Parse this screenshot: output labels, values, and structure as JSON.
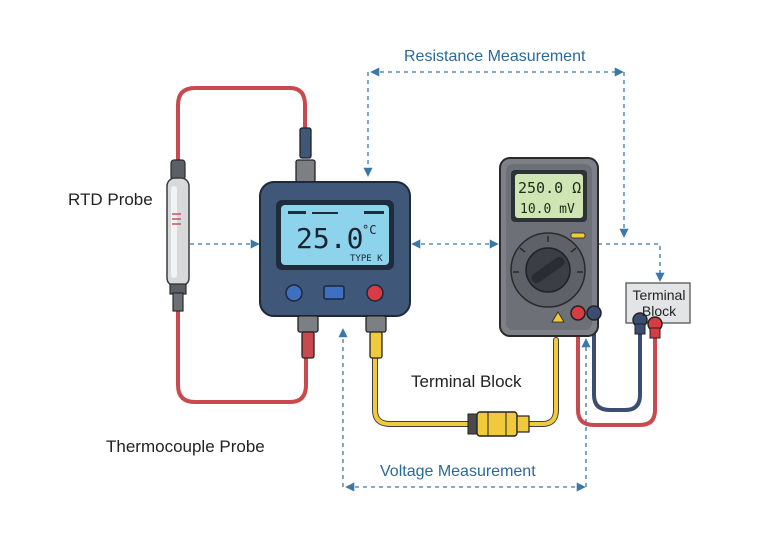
{
  "labels": {
    "rtd_probe": "RTD Probe",
    "thermocouple_probe": "Thermocouple Probe",
    "terminal_block_center": "Terminal Block",
    "terminal_block_box": "Terminal Block",
    "resistance_measurement": "Resistance Measurement",
    "voltage_measurement": "Voltage Measurement"
  },
  "calibrator": {
    "reading": "25.0",
    "unit": "°C",
    "type_label": "TYPE K"
  },
  "multimeter": {
    "line1": "250.0 Ω",
    "line2": "10.0 mV"
  },
  "colors": {
    "red_wire": "#d24a4f",
    "yellow_wire": "#f1c93c",
    "navy_wire": "#3b4e72",
    "dashed_arrow": "#3a78a8",
    "device_body": "#3f5779",
    "lcd_blue": "#8ed3ec",
    "lcd_green": "#cfe6b4"
  }
}
